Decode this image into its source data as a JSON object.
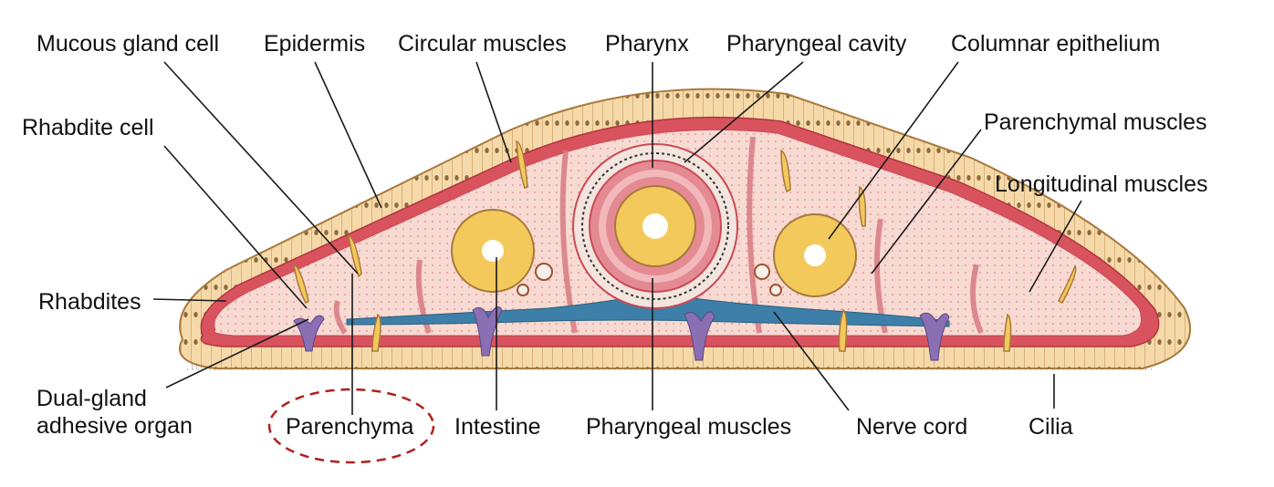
{
  "diagram": {
    "labels": {
      "mucous_gland_cell": "Mucous gland cell",
      "epidermis": "Epidermis",
      "circular_muscles": "Circular muscles",
      "pharynx": "Pharynx",
      "pharyngeal_cavity": "Pharyngeal cavity",
      "columnar_epithelium": "Columnar epithelium",
      "rhabdite_cell": "Rhabdite cell",
      "parenchymal_muscles": "Parenchymal muscles",
      "longitudinal_muscles": "Longitudinal muscles",
      "rhabdites": "Rhabdites",
      "dual_gland_line1": "Dual-gland",
      "dual_gland_line2": "adhesive organ",
      "parenchyma": "Parenchyma",
      "intestine": "Intestine",
      "pharyngeal_muscles": "Pharyngeal muscles",
      "nerve_cord": "Nerve cord",
      "cilia": "Cilia"
    },
    "highlighted_label": "parenchyma",
    "colors": {
      "epidermis_fill": "#f6d9a8",
      "muscle_band": "#d9535e",
      "parenchyma_fill": "#f7dad2",
      "nerve_cord": "#3d7fa8",
      "gland_purple": "#8b6fb3",
      "gut_yellow": "#f3c95c",
      "leader_line": "#1a1a1a",
      "highlight_ellipse": "#b0201e"
    }
  }
}
